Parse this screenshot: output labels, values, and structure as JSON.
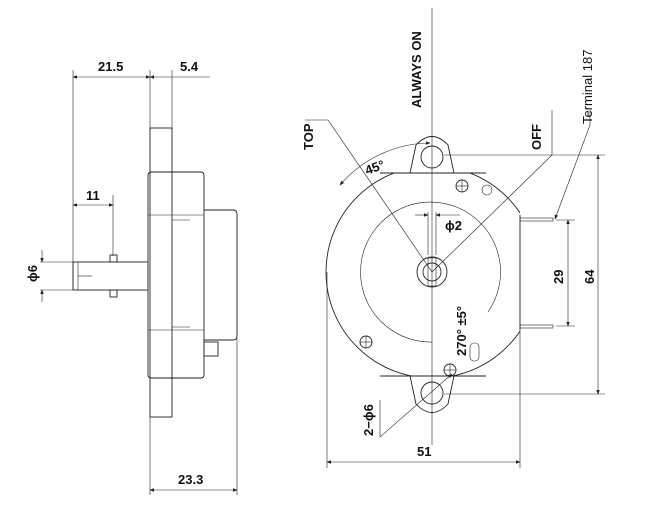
{
  "side_view": {
    "dim_shaft_length": "21.5",
    "dim_flange_thickness": "5.4",
    "dim_flat_length": "11",
    "dim_shaft_diameter": "ϕ6",
    "dim_body_depth": "23.3"
  },
  "front_view": {
    "label_top": "TOP",
    "label_always_on": "ALWAYS ON",
    "label_off": "OFF",
    "label_terminal": "Terminal 187",
    "dim_angle": "45°",
    "dim_slot_width": "ϕ2",
    "dim_rotation": "270° ±5°",
    "dim_terminal_spacing": "29",
    "dim_hole_spacing": "64",
    "dim_mount_holes": "2−ϕ6",
    "dim_width": "51"
  }
}
